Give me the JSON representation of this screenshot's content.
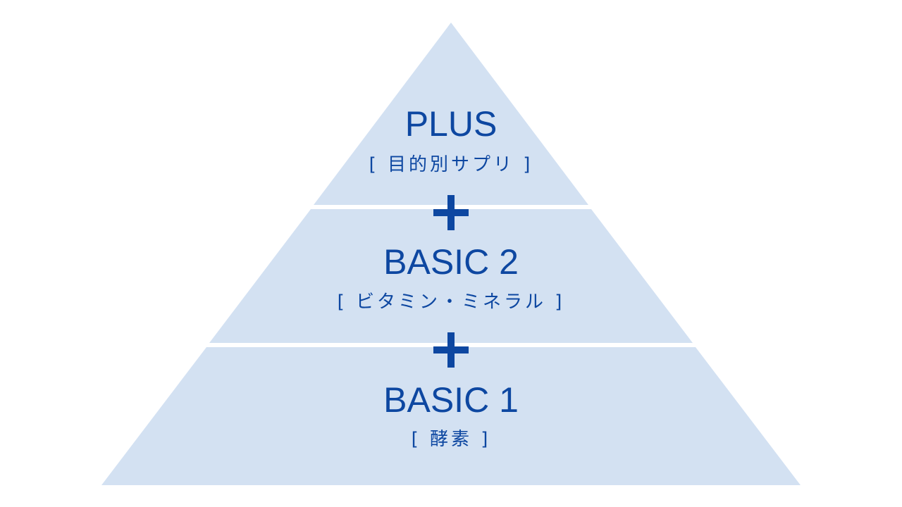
{
  "colors": {
    "tier_fill": "#d3e1f2",
    "separator": "#ffffff",
    "text": "#0d47a1",
    "plus": "#0d47a1"
  },
  "tiers": [
    {
      "title": "PLUS",
      "subtitle": "[ 目的別サプリ ]"
    },
    {
      "title": "BASIC 2",
      "subtitle": "[ ビタミン・ミネラル ]"
    },
    {
      "title": "BASIC 1",
      "subtitle": "[ 酵素 ]"
    }
  ],
  "connectors": [
    {
      "icon": "plus-icon"
    },
    {
      "icon": "plus-icon"
    }
  ]
}
